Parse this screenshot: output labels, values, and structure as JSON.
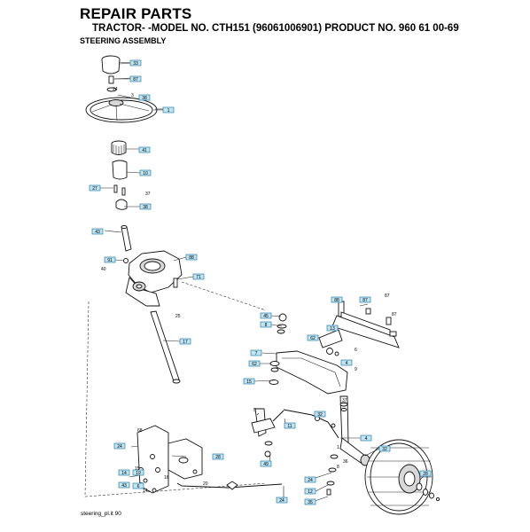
{
  "header": {
    "title": "REPAIR PARTS",
    "subtitle": "TRACTOR- -MODEL NO. CTH151 (96061006901) PRODUCT NO. 960 61 00-69",
    "section": "STEERING ASSEMBLY"
  },
  "footer": {
    "code": "steering_pl.it 90"
  },
  "callouts": [
    {
      "id": "c1",
      "num": "33"
    },
    {
      "id": "c2",
      "num": "87"
    },
    {
      "id": "c3",
      "num": "38"
    },
    {
      "id": "c4",
      "num": "1"
    },
    {
      "id": "c5",
      "num": "41"
    },
    {
      "id": "c6",
      "num": "10"
    },
    {
      "id": "c7",
      "num": "27"
    },
    {
      "id": "c8",
      "num": "38"
    },
    {
      "id": "c9",
      "num": "43"
    },
    {
      "id": "c10",
      "num": "91"
    },
    {
      "id": "c11",
      "num": "88"
    },
    {
      "id": "c12",
      "num": "71"
    },
    {
      "id": "c13",
      "num": "17"
    },
    {
      "id": "c14",
      "num": "88"
    },
    {
      "id": "c15",
      "num": "87"
    },
    {
      "id": "c16",
      "num": "45"
    },
    {
      "id": "c17",
      "num": "8"
    },
    {
      "id": "c18",
      "num": "62"
    },
    {
      "id": "c19",
      "num": "13"
    },
    {
      "id": "c20",
      "num": "7"
    },
    {
      "id": "c21",
      "num": "62"
    },
    {
      "id": "c22",
      "num": "15"
    },
    {
      "id": "c23",
      "num": "4"
    },
    {
      "id": "c24",
      "num": "32"
    },
    {
      "id": "c25",
      "num": "11"
    },
    {
      "id": "c26",
      "num": "4"
    },
    {
      "id": "c27",
      "num": "24"
    },
    {
      "id": "c28",
      "num": "28"
    },
    {
      "id": "c29",
      "num": "49"
    },
    {
      "id": "c30",
      "num": "32"
    },
    {
      "id": "c31",
      "num": "28"
    },
    {
      "id": "c32",
      "num": "24"
    },
    {
      "id": "c33",
      "num": "12"
    },
    {
      "id": "c34",
      "num": "35"
    },
    {
      "id": "c35",
      "num": "43"
    },
    {
      "id": "c36",
      "num": "24"
    },
    {
      "id": "c37",
      "num": "6"
    },
    {
      "id": "c38",
      "num": "14"
    },
    {
      "id": "c39",
      "num": "19"
    }
  ],
  "labels": [
    {
      "id": "t1",
      "num": "24"
    },
    {
      "id": "t2",
      "num": "3"
    },
    {
      "id": "t3",
      "num": "37"
    },
    {
      "id": "t4",
      "num": "40"
    },
    {
      "id": "t5",
      "num": "25"
    },
    {
      "id": "t6",
      "num": "87"
    },
    {
      "id": "t7",
      "num": "87"
    },
    {
      "id": "t8",
      "num": "6"
    },
    {
      "id": "t9",
      "num": "9"
    },
    {
      "id": "t10",
      "num": "37"
    },
    {
      "id": "t11",
      "num": "5"
    },
    {
      "id": "t12",
      "num": "68"
    },
    {
      "id": "t13",
      "num": "15"
    },
    {
      "id": "t14",
      "num": "16"
    },
    {
      "id": "t15",
      "num": "14"
    },
    {
      "id": "t16",
      "num": "20"
    },
    {
      "id": "t17",
      "num": "1"
    },
    {
      "id": "t18",
      "num": "36"
    },
    {
      "id": "t19",
      "num": "8"
    }
  ]
}
